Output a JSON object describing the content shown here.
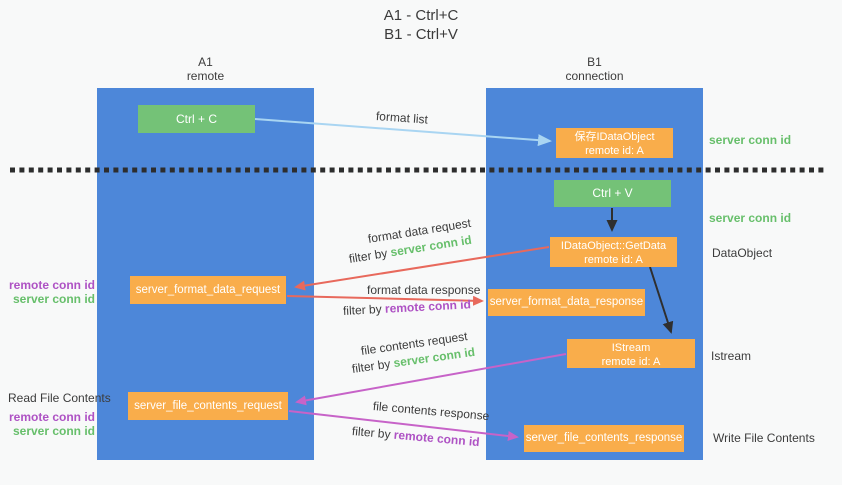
{
  "title": {
    "line1": "A1 - Ctrl+C",
    "line2": "B1 - Ctrl+V"
  },
  "lanes": {
    "left": {
      "name": "A1",
      "role": "remote"
    },
    "right": {
      "name": "B1",
      "role": "connection"
    }
  },
  "boxes": {
    "ctrl_c": {
      "label": "Ctrl + C"
    },
    "saved_dataobject": {
      "line1": "保存IDataObject",
      "line2": "remote id: A"
    },
    "ctrl_v": {
      "label": "Ctrl + V"
    },
    "getdata": {
      "line1": "IDataObject::GetData",
      "line2": "remote id: A"
    },
    "server_format_data_request": {
      "label": "server_format_data_request"
    },
    "server_format_data_response": {
      "label": "server_format_data_response"
    },
    "istream": {
      "line1": "IStream",
      "line2": "remote id: A"
    },
    "server_file_contents_request": {
      "label": "server_file_contents_request"
    },
    "server_file_contents_response": {
      "label": "server_file_contents_response"
    }
  },
  "side_labels": {
    "server_conn_id_top": "server conn id",
    "server_conn_id_mid": "server conn id",
    "dataobject": "DataObject",
    "istream": "Istream",
    "write_file_contents": "Write File Contents",
    "read_file_contents": "Read File Contents",
    "remote_conn_id_format": "remote conn id",
    "server_conn_id_format": "server conn id",
    "remote_conn_id_file": "remote conn id",
    "server_conn_id_file": "server conn id"
  },
  "arrow_labels": {
    "format_list": "format list",
    "format_data_request": "format data request",
    "format_data_response": "format data response",
    "file_contents_request": "file contents request",
    "file_contents_response": "file contents response",
    "filter_by": "filter by ",
    "server_conn_id": "server conn id",
    "remote_conn_id": "remote conn id"
  },
  "colors": {
    "lane_blue": "#4d87d9",
    "box_green": "#74c277",
    "box_orange": "#f9ad4b",
    "arrow_blue": "#a9d5f2",
    "arrow_red": "#e8695c",
    "arrow_purple": "#c763c8",
    "text_green": "#67bf6b",
    "text_purple": "#ae52c4",
    "text_dark": "#3c3c3c",
    "background": "#f8f9f9",
    "dash": "#2d2d2d"
  }
}
